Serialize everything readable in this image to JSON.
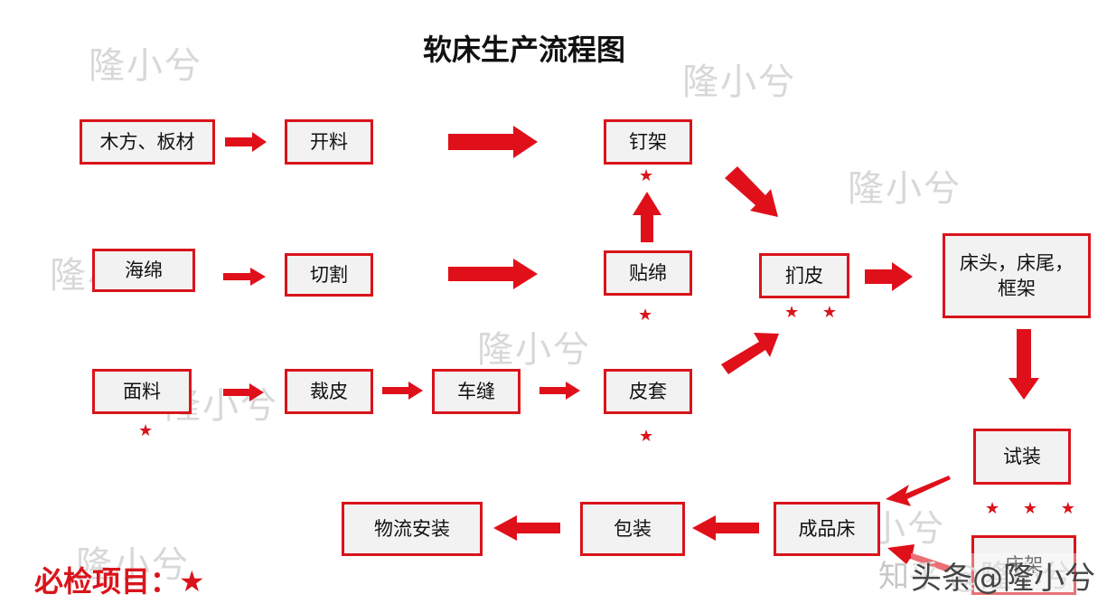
{
  "title": "软床生产流程图",
  "watermark": "隆小兮",
  "colors": {
    "accent": "#d9141b",
    "box_fill": "#f2f2f2"
  },
  "boxes": {
    "wood": "木方、板材",
    "open_cut": "开料",
    "nail_frame": "钉架",
    "sponge": "海绵",
    "cutting": "切割",
    "stick_sponge": "贴绵",
    "staple_leather": "扪皮",
    "head_tail_frame": "床头，床尾，\n框架",
    "fabric": "面料",
    "cut_leather": "裁皮",
    "sewing": "车缝",
    "leather_cover": "皮套",
    "trial_assembly": "试装",
    "finished_bed": "成品床",
    "packing": "包装",
    "logistics_install": "物流安装",
    "bed_frame": "床架"
  },
  "check_marks": {
    "nail_frame": "★",
    "stick_sponge": "★",
    "staple_leather": "★ ★",
    "fabric": "★",
    "leather_cover": "★",
    "trial_assembly": "★ ★ ★"
  },
  "legend": "必检项目：★",
  "footer": {
    "main": "头条@隆小兮",
    "overlay": "知乎 @隆小兮"
  }
}
